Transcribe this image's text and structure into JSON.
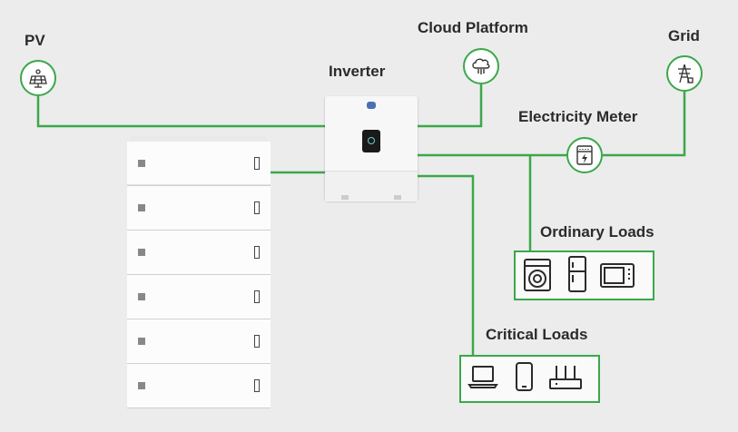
{
  "nodes": {
    "pv": "PV",
    "cloud": "Cloud Platform",
    "grid": "Grid",
    "inverter": "Inverter",
    "meter": "Electricity Meter",
    "ordinary": "Ordinary Loads",
    "critical": "Critical Loads"
  },
  "icons": {
    "pv": "solar-panel-icon",
    "cloud": "cloud-icon",
    "grid": "power-tower-icon",
    "meter": "electricity-meter-icon",
    "ordinary_loads": [
      "washing-machine-icon",
      "refrigerator-icon",
      "microwave-icon"
    ],
    "critical_loads": [
      "laptop-icon",
      "smartphone-icon",
      "router-icon"
    ]
  },
  "colors": {
    "line": "#3aa84a",
    "background": "#ececec",
    "text": "#2b2b2b"
  },
  "battery_modules": 6
}
